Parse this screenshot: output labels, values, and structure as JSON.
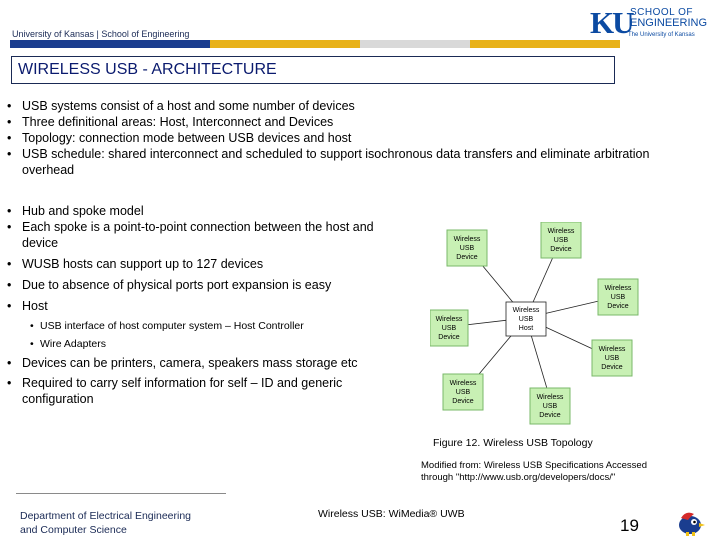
{
  "header": {
    "org": "University of Kansas | School of Engineering",
    "logo": {
      "ku": "KU",
      "school": "SCHOOL OF",
      "engineering": "ENGINEERING",
      "university": "The University of Kansas"
    }
  },
  "title": "WIRELESS USB - ARCHITECTURE",
  "bullets_a": [
    "USB systems consist of a host and some number of devices",
    "Three definitional  areas: Host, Interconnect and Devices",
    "Topology: connection mode between USB devices and host",
    "USB schedule: shared interconnect and scheduled to support isochronous data transfers and eliminate arbitration overhead"
  ],
  "bullets_b": [
    "Hub and spoke model",
    "Each spoke is a point-to-point connection between the host and device",
    "WUSB hosts can support up to 127 devices",
    "Due to absence of physical ports port expansion is easy",
    "Host"
  ],
  "sub_bullets": [
    "USB interface of host computer system – Host Controller",
    "Wire Adapters"
  ],
  "bullets_c": [
    "Devices can be printers, camera, speakers mass storage etc",
    "Required to carry self information for self – ID and generic configuration"
  ],
  "diagram": {
    "host": [
      "Wireless",
      "USB",
      "Host"
    ],
    "devices": [
      [
        "Wireless",
        "USB",
        "Device"
      ],
      [
        "Wireless",
        "USB",
        "Device"
      ],
      [
        "Wireless",
        "USB",
        "Device"
      ],
      [
        "Wireless",
        "USB",
        "Device"
      ],
      [
        "Wireless",
        "USB",
        "Device"
      ],
      [
        "Wireless",
        "USB",
        "Device"
      ],
      [
        "Wireless",
        "USB",
        "Device"
      ]
    ],
    "node_color": "#c8f0b4",
    "node_border": "#7ab86a"
  },
  "caption": "Figure 12. Wireless USB Topology",
  "modified": [
    "Modified from: Wireless USB Specifications Accessed",
    "through \"http://www.usb.org/developers/docs/\""
  ],
  "footer": {
    "dept": [
      "Department of Electrical Engineering",
      "and Computer Science"
    ],
    "middle": "Wireless USB: WiMedia® UWB",
    "page": "19"
  },
  "colors": {
    "stripe": [
      "#1a3d8f",
      "#e8b21a",
      "#d4d4d4",
      "#e8b21a"
    ],
    "navy": "#1a2a55"
  }
}
